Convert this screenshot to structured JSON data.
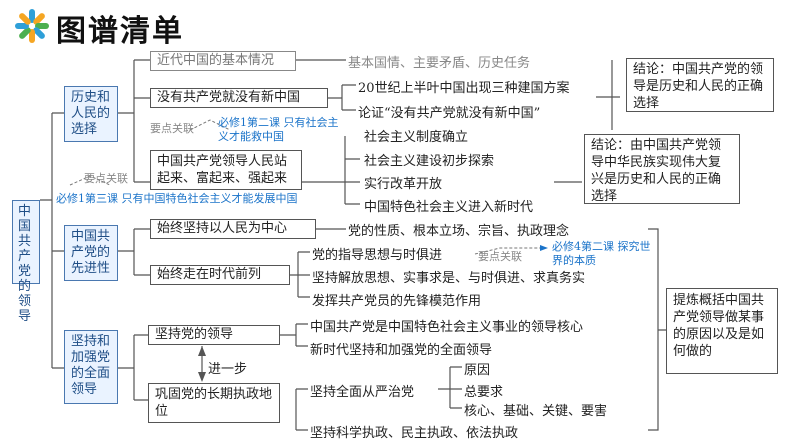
{
  "header": {
    "title": "图谱清单"
  },
  "root": {
    "label": "中国共产党的领导"
  },
  "sections": [
    {
      "label": "历史和人民的选择"
    },
    {
      "label": "中国共产党的先进性"
    },
    {
      "label": "坚持和加强党的全面领导"
    }
  ],
  "history": {
    "b1": "近代中国的基本情况",
    "b1_detail": "基本国情、主要矛盾、历史任务",
    "b2": "没有共产党就没有新中国",
    "b2_items": [
      "20世纪上半叶中国出现三种建国方案",
      "论证“没有共产党就没有新中国”"
    ],
    "b3": "中国共产党领导人民站起来、富起来、强起来",
    "b3_items": [
      "社会主义制度确立",
      "社会主义建设初步探索",
      "实行改革开放",
      "中国特色社会主义进入新时代"
    ],
    "note1": "要点关联",
    "link1": "必修1第二课 只有社会主义才能救中国",
    "note2": "要点关联",
    "link2": "必修1第三课 只有中国特色社会主义才能发展中国",
    "conclusion1": "结论：中国共产党的领导是历史和人民的正确选择",
    "conclusion2": "结论：由中国共产党领导中华民族实现伟大复兴是历史和人民的正确选择"
  },
  "advanced": {
    "b1": "始终坚持以人民为中心",
    "b1_detail": "党的性质、根本立场、宗旨、执政理念",
    "b2": "始终走在时代前列",
    "b2_items": [
      "党的指导思想与时俱进",
      "坚持解放思想、实事求是、与时俱进、求真务实",
      "发挥共产党员的先锋模范作用"
    ],
    "note": "要点关联",
    "link": "必修4第二课 探究世界的本质"
  },
  "leadership": {
    "b1": "坚持党的领导",
    "b1_items": [
      "中国共产党是中国特色社会主义事业的领导核心",
      "新时代坚持和加强党的全面领导"
    ],
    "step": "进一步",
    "b2": "巩固党的长期执政地位",
    "b2_items": [
      "坚持全面从严治党",
      "坚持科学执政、民主执政、依法执政"
    ],
    "strict_items": [
      "原因",
      "总要求",
      "核心、基础、关键、要害"
    ]
  },
  "summary": "提炼概括中国共产党领导做某事的原因以及是如何做的"
}
